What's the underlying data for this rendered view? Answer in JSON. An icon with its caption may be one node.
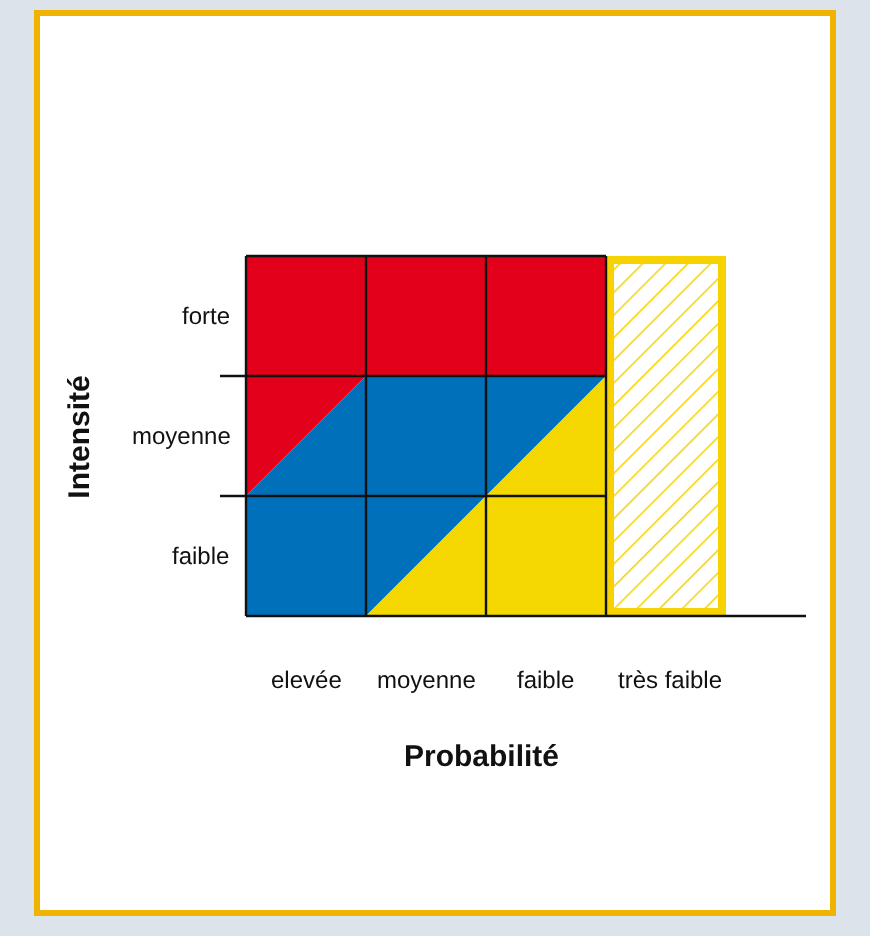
{
  "diagram": {
    "labels": [
      "forte",
      "moyenne",
      "faible",
      "Intensité",
      "elevée",
      "moyenne",
      "faible",
      "très faible",
      "Probabilité"
    ]
  }
}
